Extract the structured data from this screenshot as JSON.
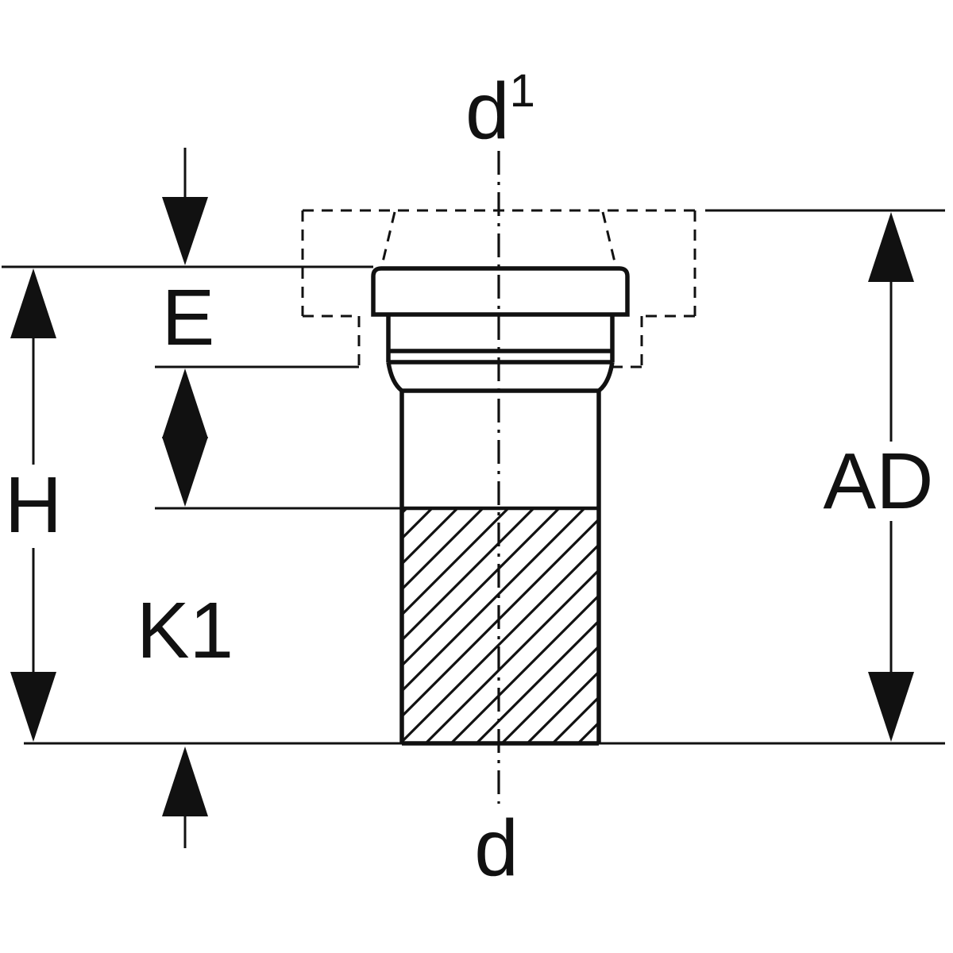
{
  "labels": {
    "d1_base": "d",
    "d1_sup": "1",
    "e": "E",
    "h": "H",
    "k1": "K1",
    "ad": "AD",
    "d": "d"
  },
  "colors": {
    "line": "#111111",
    "background": "#ffffff"
  }
}
